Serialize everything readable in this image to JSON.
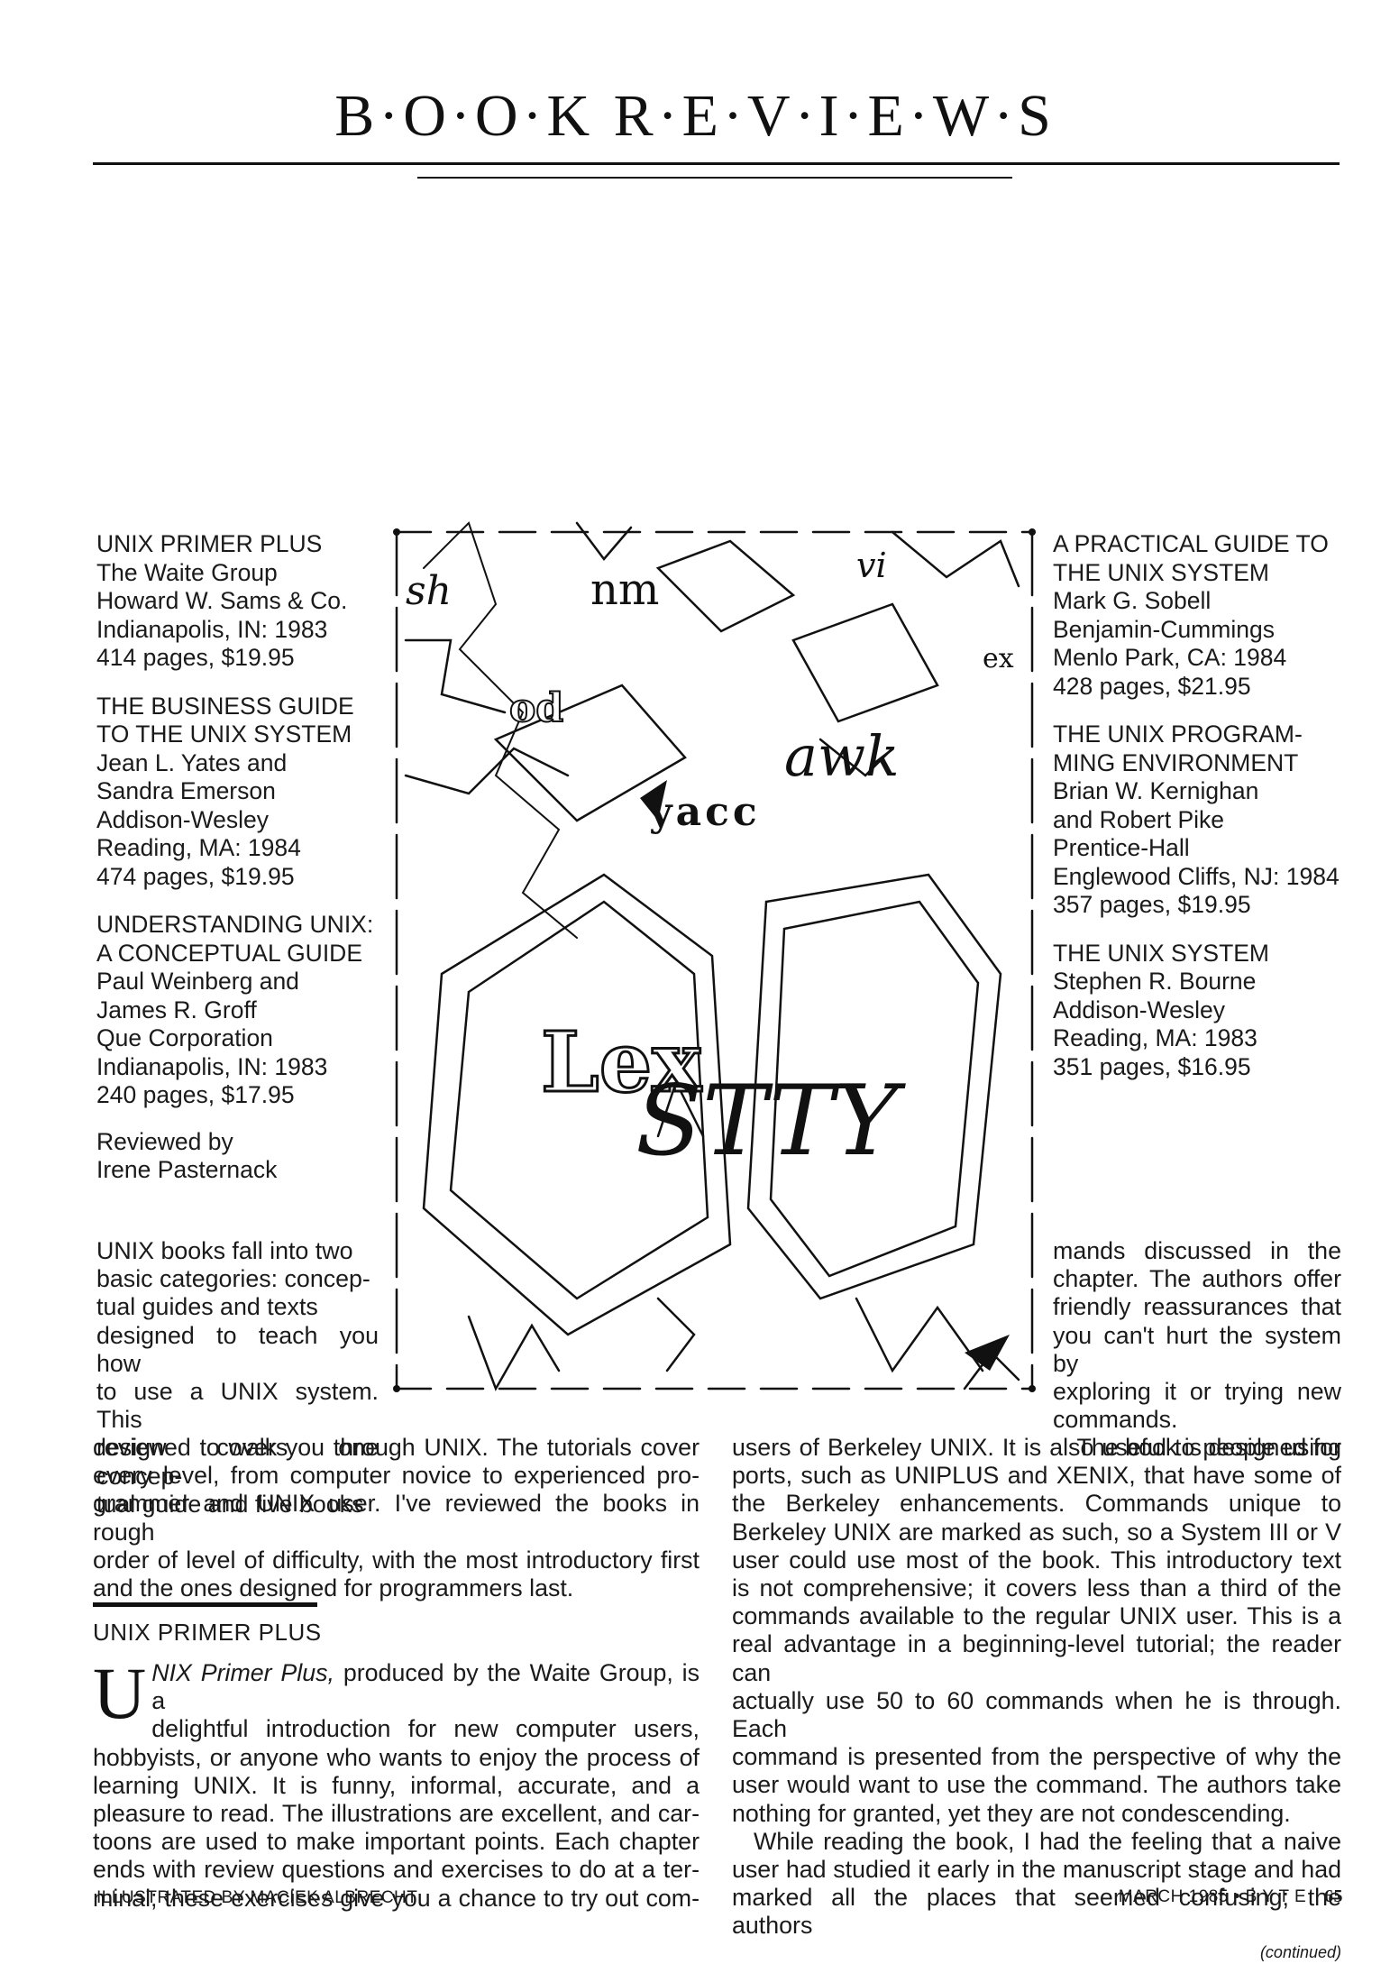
{
  "header": {
    "title": "B·O·O·K R·E·V·I·E·W·S"
  },
  "books_left": [
    {
      "title": [
        "UNIX PRIMER PLUS"
      ],
      "author": [
        "The Waite Group"
      ],
      "publisher": "Howard W. Sams & Co.",
      "location": "Indianapolis, IN: 1983",
      "pages_price": "414 pages, $19.95"
    },
    {
      "title": [
        "THE BUSINESS GUIDE",
        "TO THE UNIX SYSTEM"
      ],
      "author": [
        "Jean L. Yates and",
        "Sandra Emerson"
      ],
      "publisher": "Addison-Wesley",
      "location": "Reading, MA: 1984",
      "pages_price": "474 pages, $19.95"
    },
    {
      "title": [
        "UNDERSTANDING UNIX:",
        "A CONCEPTUAL GUIDE"
      ],
      "author": [
        "Paul Weinberg and",
        "James R. Groff"
      ],
      "publisher": "Que Corporation",
      "location": "Indianapolis, IN: 1983",
      "pages_price": "240 pages, $17.95"
    }
  ],
  "books_right": [
    {
      "title": [
        "A PRACTICAL GUIDE TO",
        "THE UNIX SYSTEM"
      ],
      "author": [
        "Mark G. Sobell"
      ],
      "publisher": "Benjamin-Cummings",
      "location": "Menlo Park, CA: 1984",
      "pages_price": "428 pages, $21.95"
    },
    {
      "title": [
        "THE UNIX PROGRAM-",
        "MING ENVIRONMENT"
      ],
      "author": [
        "Brian W. Kernighan",
        "and Robert Pike"
      ],
      "publisher": "Prentice-Hall",
      "location": "Englewood Cliffs, NJ: 1984",
      "pages_price": "357 pages, $19.95"
    },
    {
      "title": [
        "THE UNIX SYSTEM"
      ],
      "author": [
        "Stephen R. Bourne"
      ],
      "publisher": "Addison-Wesley",
      "location": "Reading, MA: 1983",
      "pages_price": "351 pages, $16.95"
    }
  ],
  "reviewer": {
    "label": "Reviewed by",
    "name": "Irene Pasternack"
  },
  "intro": {
    "narrow_lines": [
      "UNIX books fall into two",
      "basic categories: concep-",
      "tual guides and texts",
      "designed to teach you how",
      "to use a UNIX system. This",
      "review covers one concep-",
      "tual guide and five books"
    ],
    "wide_lines": [
      "designed to walk you through UNIX. The tutorials cover",
      "every level, from computer novice to experienced pro-",
      "grammer and UNIX user. I've reviewed the books in rough",
      "order of level of difficulty, with the most introductory first",
      "and the ones designed for programmers last."
    ]
  },
  "section": {
    "heading": "UNIX PRIMER PLUS",
    "dropcap": "U",
    "first_line_italic": "NIX Primer Plus,",
    "first_line_rest": " produced by the Waite Group, is a",
    "second_line": "delightful introduction for new computer users,",
    "lines": [
      "hobbyists, or anyone who wants to enjoy the process of",
      "learning UNIX. It is funny, informal, accurate, and a",
      "pleasure to read. The illustrations are excellent, and car-",
      "toons are used to make important points. Each chapter",
      "ends with review questions and exercises to do at a ter-",
      "minal; these exercises give you a chance to try out com-"
    ]
  },
  "right_column": {
    "narrow_lines": [
      "mands discussed in the",
      "chapter. The authors offer",
      "friendly reassurances that",
      "you can't hurt the system by",
      "exploring it or trying new",
      "commands."
    ],
    "indent_line": "The book is designed for",
    "para1_lines": [
      "users of Berkeley UNIX. It is also useful to people using",
      "ports, such as UNIPLUS and XENIX, that have some of",
      "the Berkeley enhancements. Commands unique to",
      "Berkeley UNIX are marked as such, so a System III or V",
      "user could use most of the book. This introductory text",
      "is not comprehensive; it covers less than a third of the",
      "commands available to the regular UNIX user. This is a",
      "real advantage in a beginning-level tutorial; the reader can",
      "actually use 50 to 60 commands when he is through. Each",
      "command is presented from the perspective of why the",
      "user would want to use the command. The authors take",
      "nothing for granted, yet they are not condescending."
    ],
    "para2_lines": [
      "While reading the book, I had the feeling that a naive",
      "user had studied it early in the manuscript stage and had",
      "marked all the places that seemed confusing; the authors"
    ],
    "continued": "(continued)"
  },
  "illustration": {
    "words": [
      "sh",
      "nm",
      "vi",
      "od",
      "ex",
      "awk",
      "yacc",
      "Lex",
      "STTY"
    ]
  },
  "footer": {
    "credit": "ILLUSTRATED BY MACIEK ALBRECHT",
    "issue": "MARCH 1985 • B Y T E",
    "page_number": "65"
  }
}
